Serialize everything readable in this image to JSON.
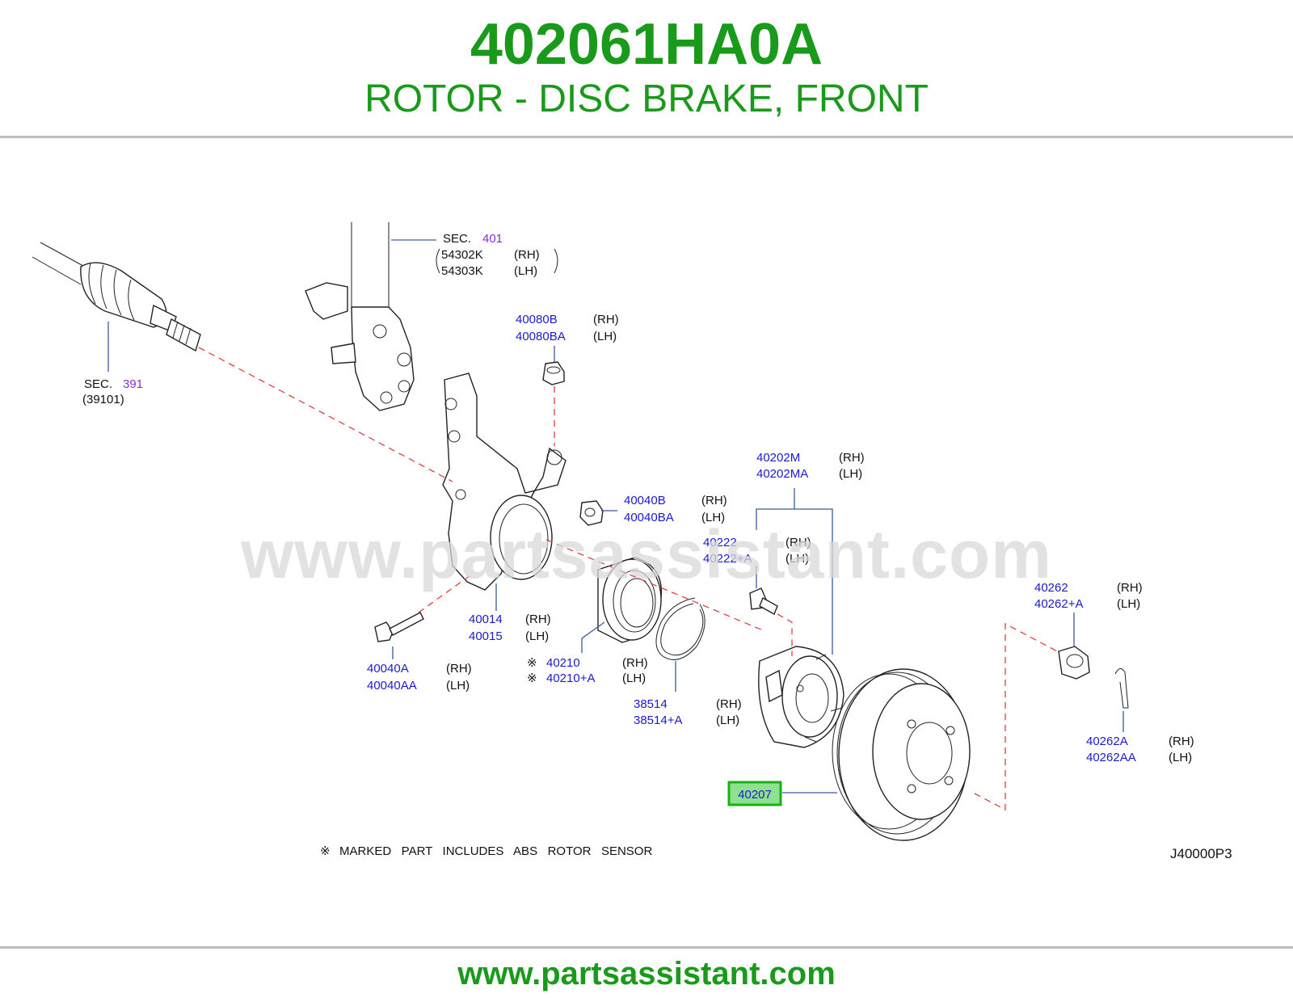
{
  "header": {
    "part_number": "402061HA0A",
    "part_name": "ROTOR - DISC BRAKE, FRONT"
  },
  "watermark": "www.partsassistant.com",
  "footer": {
    "url": "www.partsassistant.com"
  },
  "diagram": {
    "code": "J40000P3",
    "note_mark": "※",
    "note_text": "MARKED   PART   INCLUDES   ABS   ROTOR   SENSOR",
    "sec_strut": {
      "prefix": "SEC.",
      "number": "401",
      "items": [
        [
          "54302K",
          "(RH)"
        ],
        [
          "54303K",
          "(LH)"
        ]
      ]
    },
    "sec_shaft": {
      "prefix": "SEC.",
      "number": "391",
      "sub": "(39101)"
    },
    "callouts": {
      "nut_top": [
        [
          "40080B",
          "(RH)"
        ],
        [
          "40080BA",
          "(LH)"
        ]
      ],
      "hub_assy": [
        [
          "40202M",
          "(RH)"
        ],
        [
          "40202MA",
          "(LH)"
        ]
      ],
      "nut_mid": [
        [
          "40040B",
          "(RH)"
        ],
        [
          "40040BA",
          "(LH)"
        ]
      ],
      "bolt_hub": [
        [
          "40222",
          "(RH)"
        ],
        [
          "40222+A",
          "(LH)"
        ]
      ],
      "knuckle": [
        [
          "40014",
          "(RH)"
        ],
        [
          "40015",
          "(LH)"
        ]
      ],
      "bearing": [
        [
          "40210",
          "(RH)"
        ],
        [
          "40210+A",
          "(LH)"
        ]
      ],
      "bolt_knuckle": [
        [
          "40040A",
          "(RH)"
        ],
        [
          "40040AA",
          "(LH)"
        ]
      ],
      "snap_ring": [
        [
          "38514",
          "(RH)"
        ],
        [
          "38514+A",
          "(LH)"
        ]
      ],
      "lock_nut": [
        [
          "40262",
          "(RH)"
        ],
        [
          "40262+A",
          "(LH)"
        ]
      ],
      "cotter_pin": [
        [
          "40262A",
          "(RH)"
        ],
        [
          "40262AA",
          "(LH)"
        ]
      ],
      "rotor": "40207"
    }
  },
  "colors": {
    "accent": "#1a9a1a",
    "label": "#1a1ad0",
    "section": "#8a2be2",
    "highlight": "#16b316"
  }
}
